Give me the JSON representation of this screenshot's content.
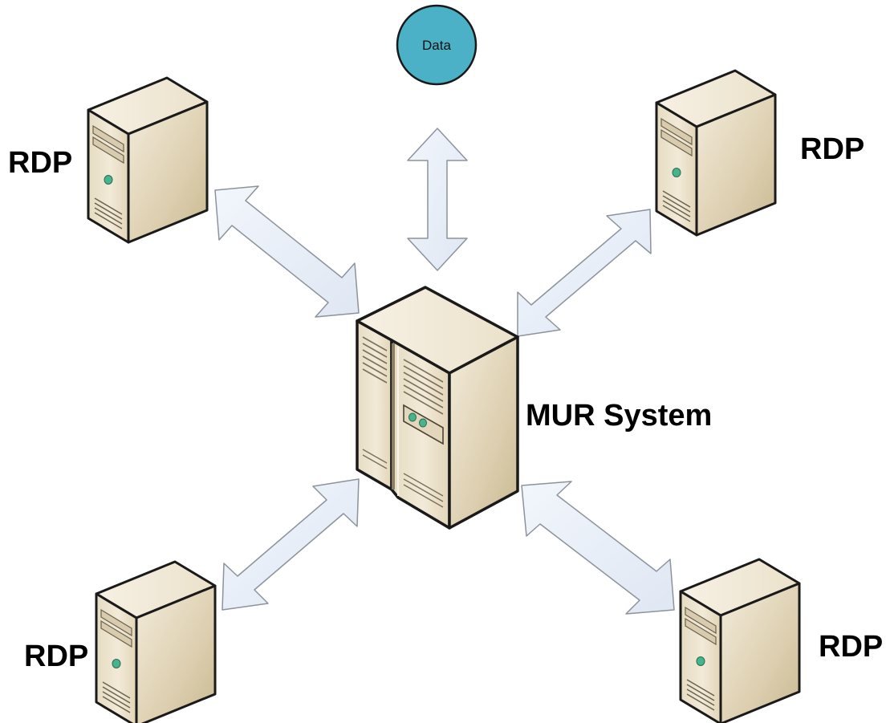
{
  "diagram": {
    "data_node": {
      "label": "Data"
    },
    "hub": {
      "label": "MUR System"
    },
    "clients": [
      {
        "label": "RDP"
      },
      {
        "label": "RDP"
      },
      {
        "label": "RDP"
      },
      {
        "label": "RDP"
      }
    ]
  },
  "colors": {
    "data_circle": "#4ab1c6",
    "arrow_fill": "#e8eef8",
    "arrow_stroke": "#8c939c",
    "server_front": "#ece2cc",
    "server_side": "#d2c4a5",
    "server_top": "#f6efe0",
    "led": "#46b48c"
  }
}
